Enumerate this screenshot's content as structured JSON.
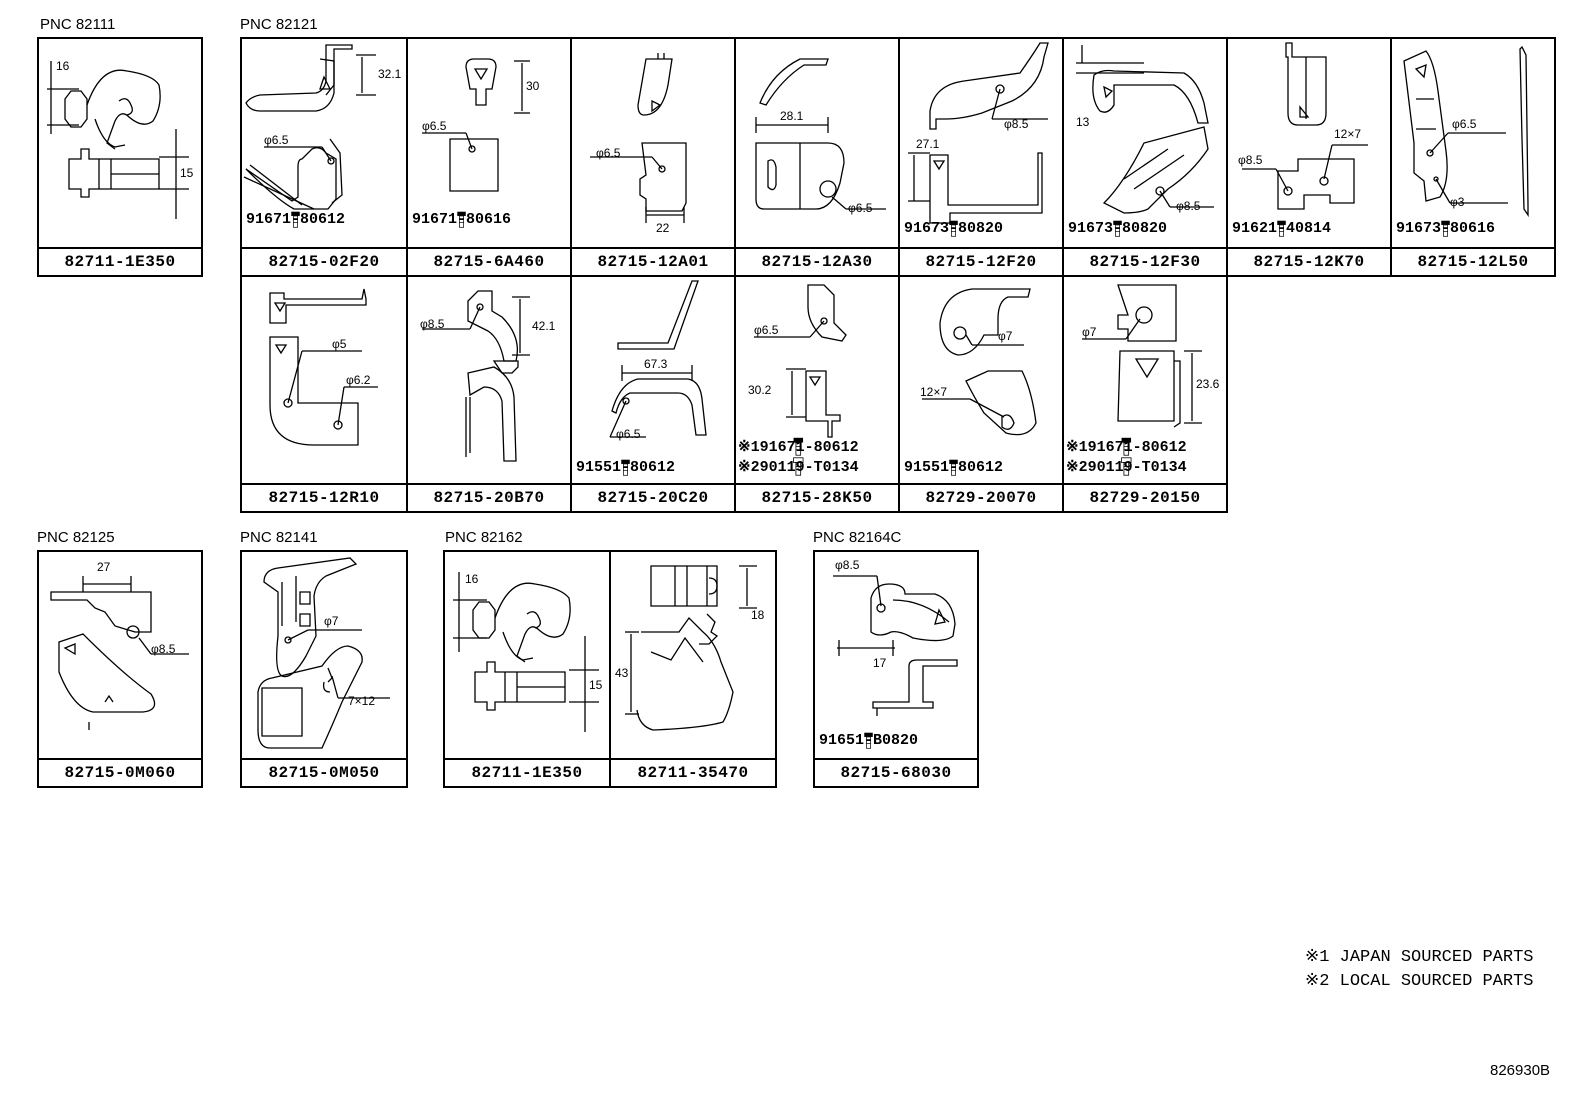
{
  "groups": [
    {
      "pnc": "PNC 82111"
    },
    {
      "pnc": "PNC 82121"
    },
    {
      "pnc": "PNC 82125"
    },
    {
      "pnc": "PNC 82141"
    },
    {
      "pnc": "PNC 82162"
    },
    {
      "pnc": "PNC 82164C"
    }
  ],
  "parts": [
    {
      "part_no": "82711-1E350",
      "dims": [
        "16",
        "15"
      ],
      "bolts": []
    },
    {
      "part_no": "82715-02F20",
      "dims": [
        "32.1",
        "φ6.5"
      ],
      "bolts": [
        "91671-80612"
      ]
    },
    {
      "part_no": "82715-6A460",
      "dims": [
        "30",
        "φ6.5"
      ],
      "bolts": [
        "91671-80616"
      ]
    },
    {
      "part_no": "82715-12A01",
      "dims": [
        "φ6.5",
        "22"
      ],
      "bolts": []
    },
    {
      "part_no": "82715-12A30",
      "dims": [
        "28.1",
        "φ6.5"
      ],
      "bolts": []
    },
    {
      "part_no": "82715-12F20",
      "dims": [
        "φ8.5",
        "27.1"
      ],
      "bolts": [
        "91673-80820"
      ]
    },
    {
      "part_no": "82715-12F30",
      "dims": [
        "13",
        "φ8.5"
      ],
      "bolts": [
        "91673-80820"
      ]
    },
    {
      "part_no": "82715-12K70",
      "dims": [
        "12×7",
        "φ8.5"
      ],
      "bolts": [
        "91621-40814"
      ]
    },
    {
      "part_no": "82715-12L50",
      "dims": [
        "φ6.5",
        "φ3"
      ],
      "bolts": [
        "91673-80616"
      ]
    },
    {
      "part_no": "82715-12R10",
      "dims": [
        "φ5",
        "φ6.2"
      ],
      "bolts": []
    },
    {
      "part_no": "82715-20B70",
      "dims": [
        "φ8.5",
        "42.1"
      ],
      "bolts": []
    },
    {
      "part_no": "82715-20C20",
      "dims": [
        "67.3",
        "φ6.5"
      ],
      "bolts": [
        "91551-80612"
      ]
    },
    {
      "part_no": "82715-28K50",
      "dims": [
        "φ6.5",
        "30.2"
      ],
      "bolts": [
        "※191671-80612",
        "※290119-T0134"
      ]
    },
    {
      "part_no": "82729-20070",
      "dims": [
        "φ7",
        "12×7"
      ],
      "bolts": [
        "91551-80612"
      ]
    },
    {
      "part_no": "82729-20150",
      "dims": [
        "φ7",
        "23.6"
      ],
      "bolts": [
        "※191671-80612",
        "※290119-T0134"
      ]
    },
    {
      "part_no": "82715-0M060",
      "dims": [
        "27",
        "φ8.5"
      ],
      "bolts": []
    },
    {
      "part_no": "82715-0M050",
      "dims": [
        "φ7",
        "7×12"
      ],
      "bolts": []
    },
    {
      "part_no": "82711-1E350",
      "dims": [
        "16",
        "15"
      ],
      "bolts": []
    },
    {
      "part_no": "82711-35470",
      "dims": [
        "18",
        "43"
      ],
      "bolts": []
    },
    {
      "part_no": "82715-68030",
      "dims": [
        "φ8.5",
        "17"
      ],
      "bolts": [
        "91651-B0820"
      ]
    }
  ],
  "notes": [
    "※1 JAPAN SOURCED PARTS",
    "※2 LOCAL SOURCED PARTS"
  ],
  "figure_ref": "826930B"
}
